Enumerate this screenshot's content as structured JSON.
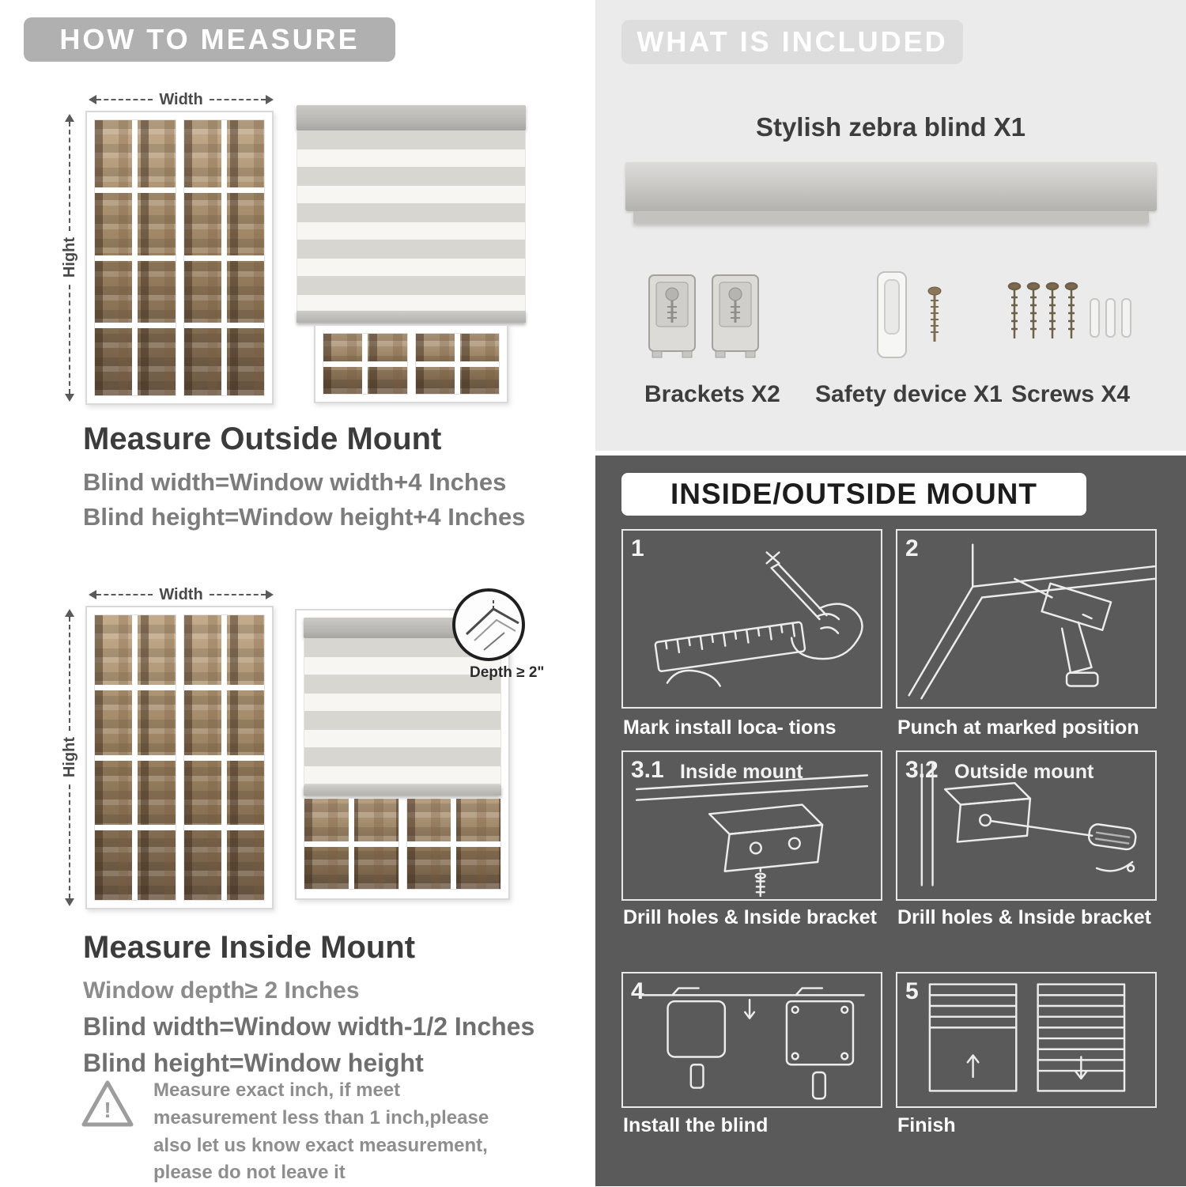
{
  "left": {
    "header": "HOW TO MEASURE",
    "outside": {
      "width_label": "Width",
      "height_label": "Hight",
      "heading": "Measure Outside Mount",
      "lines": [
        "Blind width=Window width+4 Inches",
        "Blind height=Window height+4 Inches"
      ]
    },
    "inside": {
      "width_label": "Width",
      "height_label": "Hight",
      "depth_callout": "Depth ≥ 2\"",
      "heading": "Measure Inside Mount",
      "lines": [
        "Window depth≥ 2 Inches",
        "Blind width=Window width-1/2 Inches",
        "Blind height=Window height"
      ]
    },
    "warning_text": "Measure exact inch, if meet measurement less than 1 inch,please also let us know exact measurement, please do not leave it"
  },
  "right": {
    "included": {
      "header": "WHAT IS INCLUDED",
      "product_label": "Stylish zebra blind X1",
      "items": [
        {
          "label": "Brackets X2"
        },
        {
          "label": "Safety device X1"
        },
        {
          "label": "Screws X4"
        }
      ]
    },
    "mount": {
      "header": "INSIDE/OUTSIDE MOUNT",
      "steps": [
        {
          "num": "1",
          "caption": "Mark install loca- tions"
        },
        {
          "num": "2",
          "caption": "Punch at  marked position"
        },
        {
          "num": "3.1",
          "tag": "Inside mount",
          "caption": "Drill holes &  Inside bracket"
        },
        {
          "num": "3.2",
          "tag": "Outside mount",
          "caption": "Drill holes &  Inside bracket"
        },
        {
          "num": "4",
          "caption": "Install the blind"
        },
        {
          "num": "5",
          "caption": "Finish"
        }
      ]
    }
  },
  "colors": {
    "header_pill_gray": "#b1b0b0",
    "included_panel_bg": "#ebebeb",
    "mount_panel_bg": "#5a5a5a"
  }
}
